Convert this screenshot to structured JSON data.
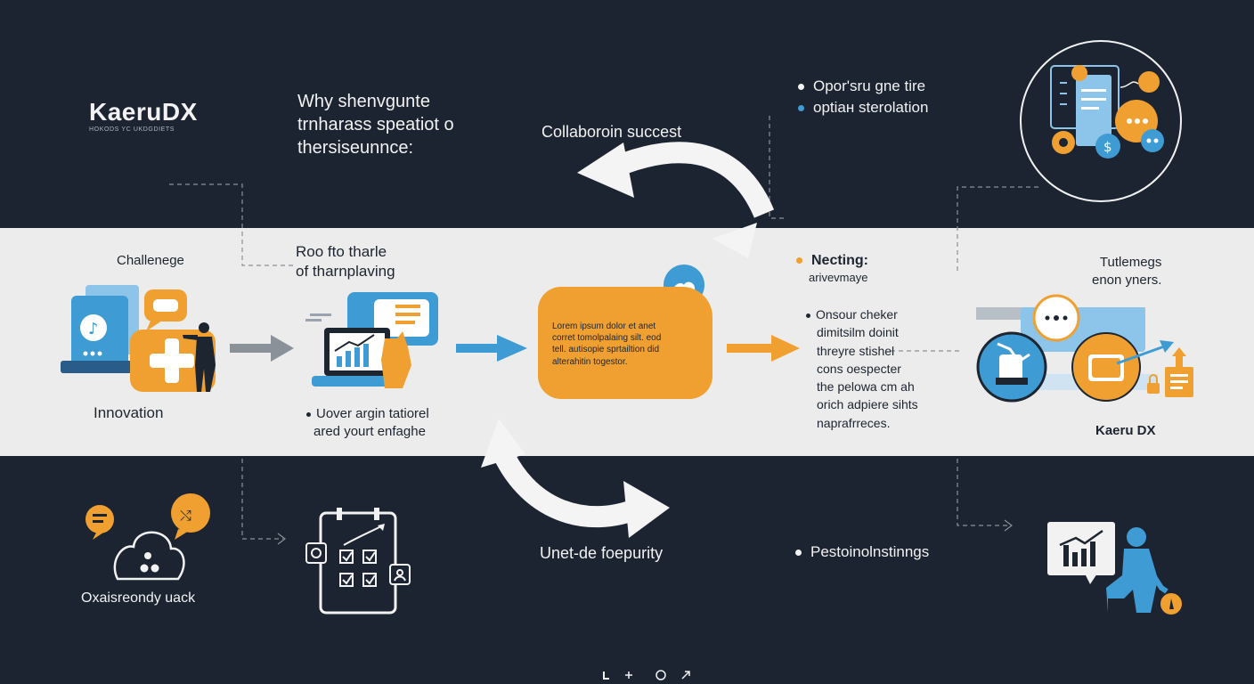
{
  "brand": {
    "title": "KaeruDX",
    "tagline": "HOKODS YC UKDGDIETS"
  },
  "top": {
    "question_lines": [
      "Why shenvgunte",
      "trnharass spеatiot o",
      "thersiseunnce:"
    ],
    "collab_label": "Collaboroin succest",
    "bullets": [
      "Opor'sru gne tire",
      "optiaн sterolation"
    ]
  },
  "band": {
    "challenge_label": "Challenege",
    "innovation_label": "Innovation",
    "step2_title_lines": [
      "Roo fto tharle",
      "of tharnplaving"
    ],
    "step2_note_lines": [
      "Uover argin tatiorel",
      "ared yourt enfaghe"
    ],
    "lorem_text": "Lorem ipsum dolor et anet\ncorret tomolpalaing silt. eod\ntell. autisopie sprtailtion did\nalterahitin togestor.",
    "necting_label": "Necting:",
    "necting_sub": "arivevmaye",
    "consour_lines": [
      "Onsour cheker",
      "dimitsilm doinit",
      "threyre stishel",
      "cons oespecter",
      "the pelowa cm ah",
      "orich adpiere sihts",
      "naprafrreces."
    ],
    "tuttle_lines": [
      "Tutlemegs",
      "enon yners."
    ],
    "kaeru_label": "Kaeru DX"
  },
  "bottom": {
    "left_label": "Oxaisreondy uack",
    "mid_label": "Unet-de foepurity",
    "right_label": "Pestoinolnstinngs"
  },
  "footer": {
    "icons": [
      "hook-icon",
      "plus-icon",
      "circle-icon",
      "arrow-icon"
    ]
  },
  "colors": {
    "background": "#1b2430",
    "band": "#ececec",
    "orange": "#f0a030",
    "blue": "#3e9bd3",
    "light_blue": "#8cc4ea",
    "white_text": "#f2f2f2",
    "dark_text": "#1d2530"
  }
}
